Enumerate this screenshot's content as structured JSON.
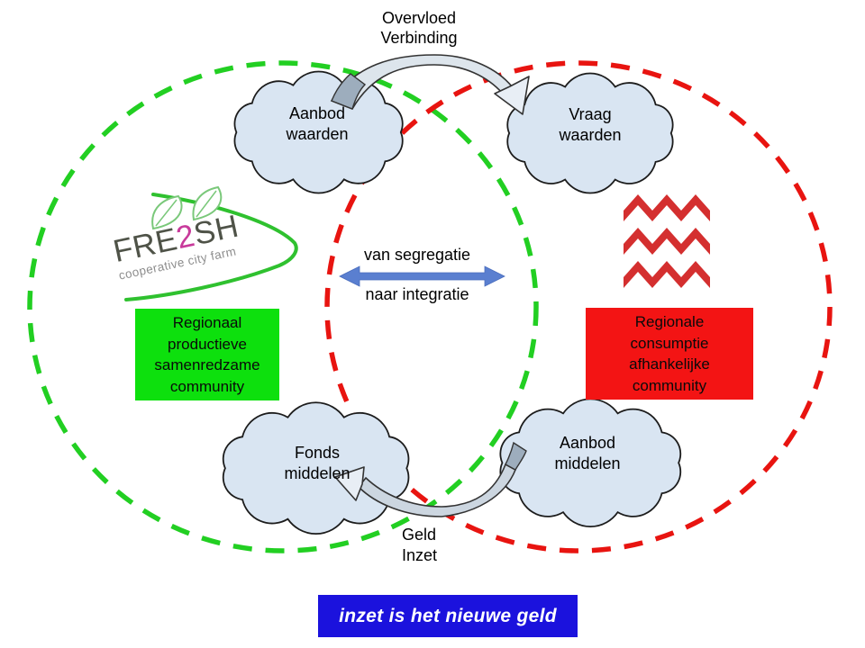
{
  "header": {
    "line1": "Overvloed",
    "line2": "Verbinding"
  },
  "clouds": {
    "aanbod_waarden": {
      "line1": "Aanbod",
      "line2": "waarden"
    },
    "vraag_waarden": {
      "line1": "Vraag",
      "line2": "waarden"
    },
    "fonds_middelen": {
      "line1": "Fonds",
      "line2": "middelen"
    },
    "aanbod_middelen": {
      "line1": "Aanbod",
      "line2": "middelen"
    }
  },
  "center_transition": {
    "line1": "van segregatie",
    "line2": "naar integratie"
  },
  "logo": {
    "word_start": "FRE",
    "word_mid": "2",
    "word_end": "SH",
    "subtitle": "cooperative city farm"
  },
  "green_box": {
    "line1": "Regionaal",
    "line2": "productieve",
    "line3": "samenredzame",
    "line4": "community"
  },
  "red_box": {
    "line1": "Regionale",
    "line2": "consumptie",
    "line3": "afhankelijke",
    "line4": "community"
  },
  "footer_flow": {
    "line1": "Geld",
    "line2": "Inzet"
  },
  "banner": {
    "text": "inzet is het nieuwe geld"
  },
  "colors": {
    "producer_circle_green": "#22cf22",
    "consumer_circle_red": "#e81410",
    "green_box_bg": "#0de00d",
    "red_box_bg": "#f31414",
    "banner_bg": "#1b12dd",
    "cloud_fill": "#d9e5f2",
    "transition_arrow_blue": "#5a7fd0",
    "zigzag_red": "#d42f2f",
    "logo_accent_pink": "#c83a9b",
    "logo_swoosh_green": "#2fc12f"
  }
}
